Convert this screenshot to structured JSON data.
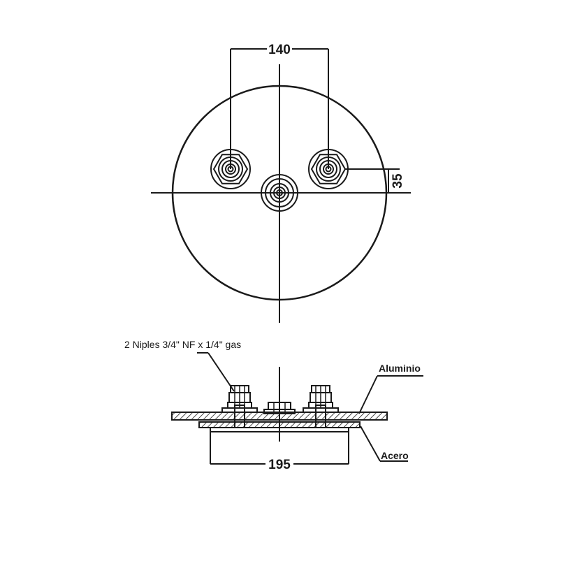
{
  "dimensions": {
    "top_spacing": "140",
    "offset": "35",
    "base_width": "195"
  },
  "labels": {
    "nipples": "2 Niples 3/4\" NF x 1/4\" gas",
    "aluminum": "Aluminio",
    "steel": "Acero"
  },
  "colors": {
    "line": "#1a1a1a",
    "background": "#ffffff"
  }
}
